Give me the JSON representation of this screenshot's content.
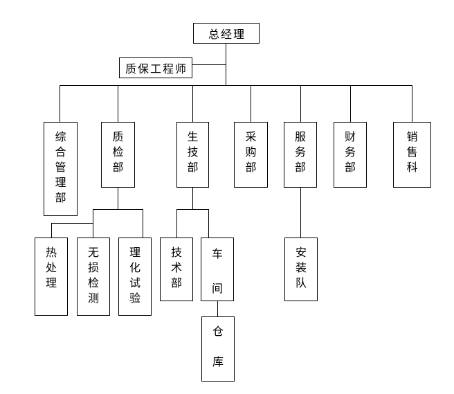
{
  "org_chart": {
    "nodes": {
      "general_manager": "总经理",
      "qa_engineer": "质保工程师",
      "general_management_dept": "综合管理部",
      "quality_inspection_dept": "质检部",
      "production_tech_dept": "生技部",
      "purchasing_dept": "采购部",
      "service_dept": "服务部",
      "finance_dept": "财务部",
      "sales_section": "销售科",
      "heat_treatment": "热处理",
      "ndt": "无损检测",
      "phys_chem_test": "理化试验",
      "technical_dept": "技术部",
      "workshop": "车间",
      "installation_team": "安装队",
      "warehouse": "仓库"
    },
    "edges": [
      {
        "from": "总经理",
        "to": "质保工程师",
        "type": "staff"
      },
      {
        "from": "总经理",
        "to": "综合管理部"
      },
      {
        "from": "总经理",
        "to": "质检部"
      },
      {
        "from": "总经理",
        "to": "生技部"
      },
      {
        "from": "总经理",
        "to": "采购部"
      },
      {
        "from": "总经理",
        "to": "服务部"
      },
      {
        "from": "总经理",
        "to": "财务部"
      },
      {
        "from": "总经理",
        "to": "销售科"
      },
      {
        "from": "质检部",
        "to": "热处理"
      },
      {
        "from": "质检部",
        "to": "无损检测"
      },
      {
        "from": "质检部",
        "to": "理化试验"
      },
      {
        "from": "生技部",
        "to": "技术部"
      },
      {
        "from": "生技部",
        "to": "车间"
      },
      {
        "from": "车间",
        "to": "仓库"
      },
      {
        "from": "服务部",
        "to": "安装队"
      }
    ],
    "colors": {
      "line": "#000000",
      "text": "#000000",
      "background": "#ffffff"
    }
  }
}
